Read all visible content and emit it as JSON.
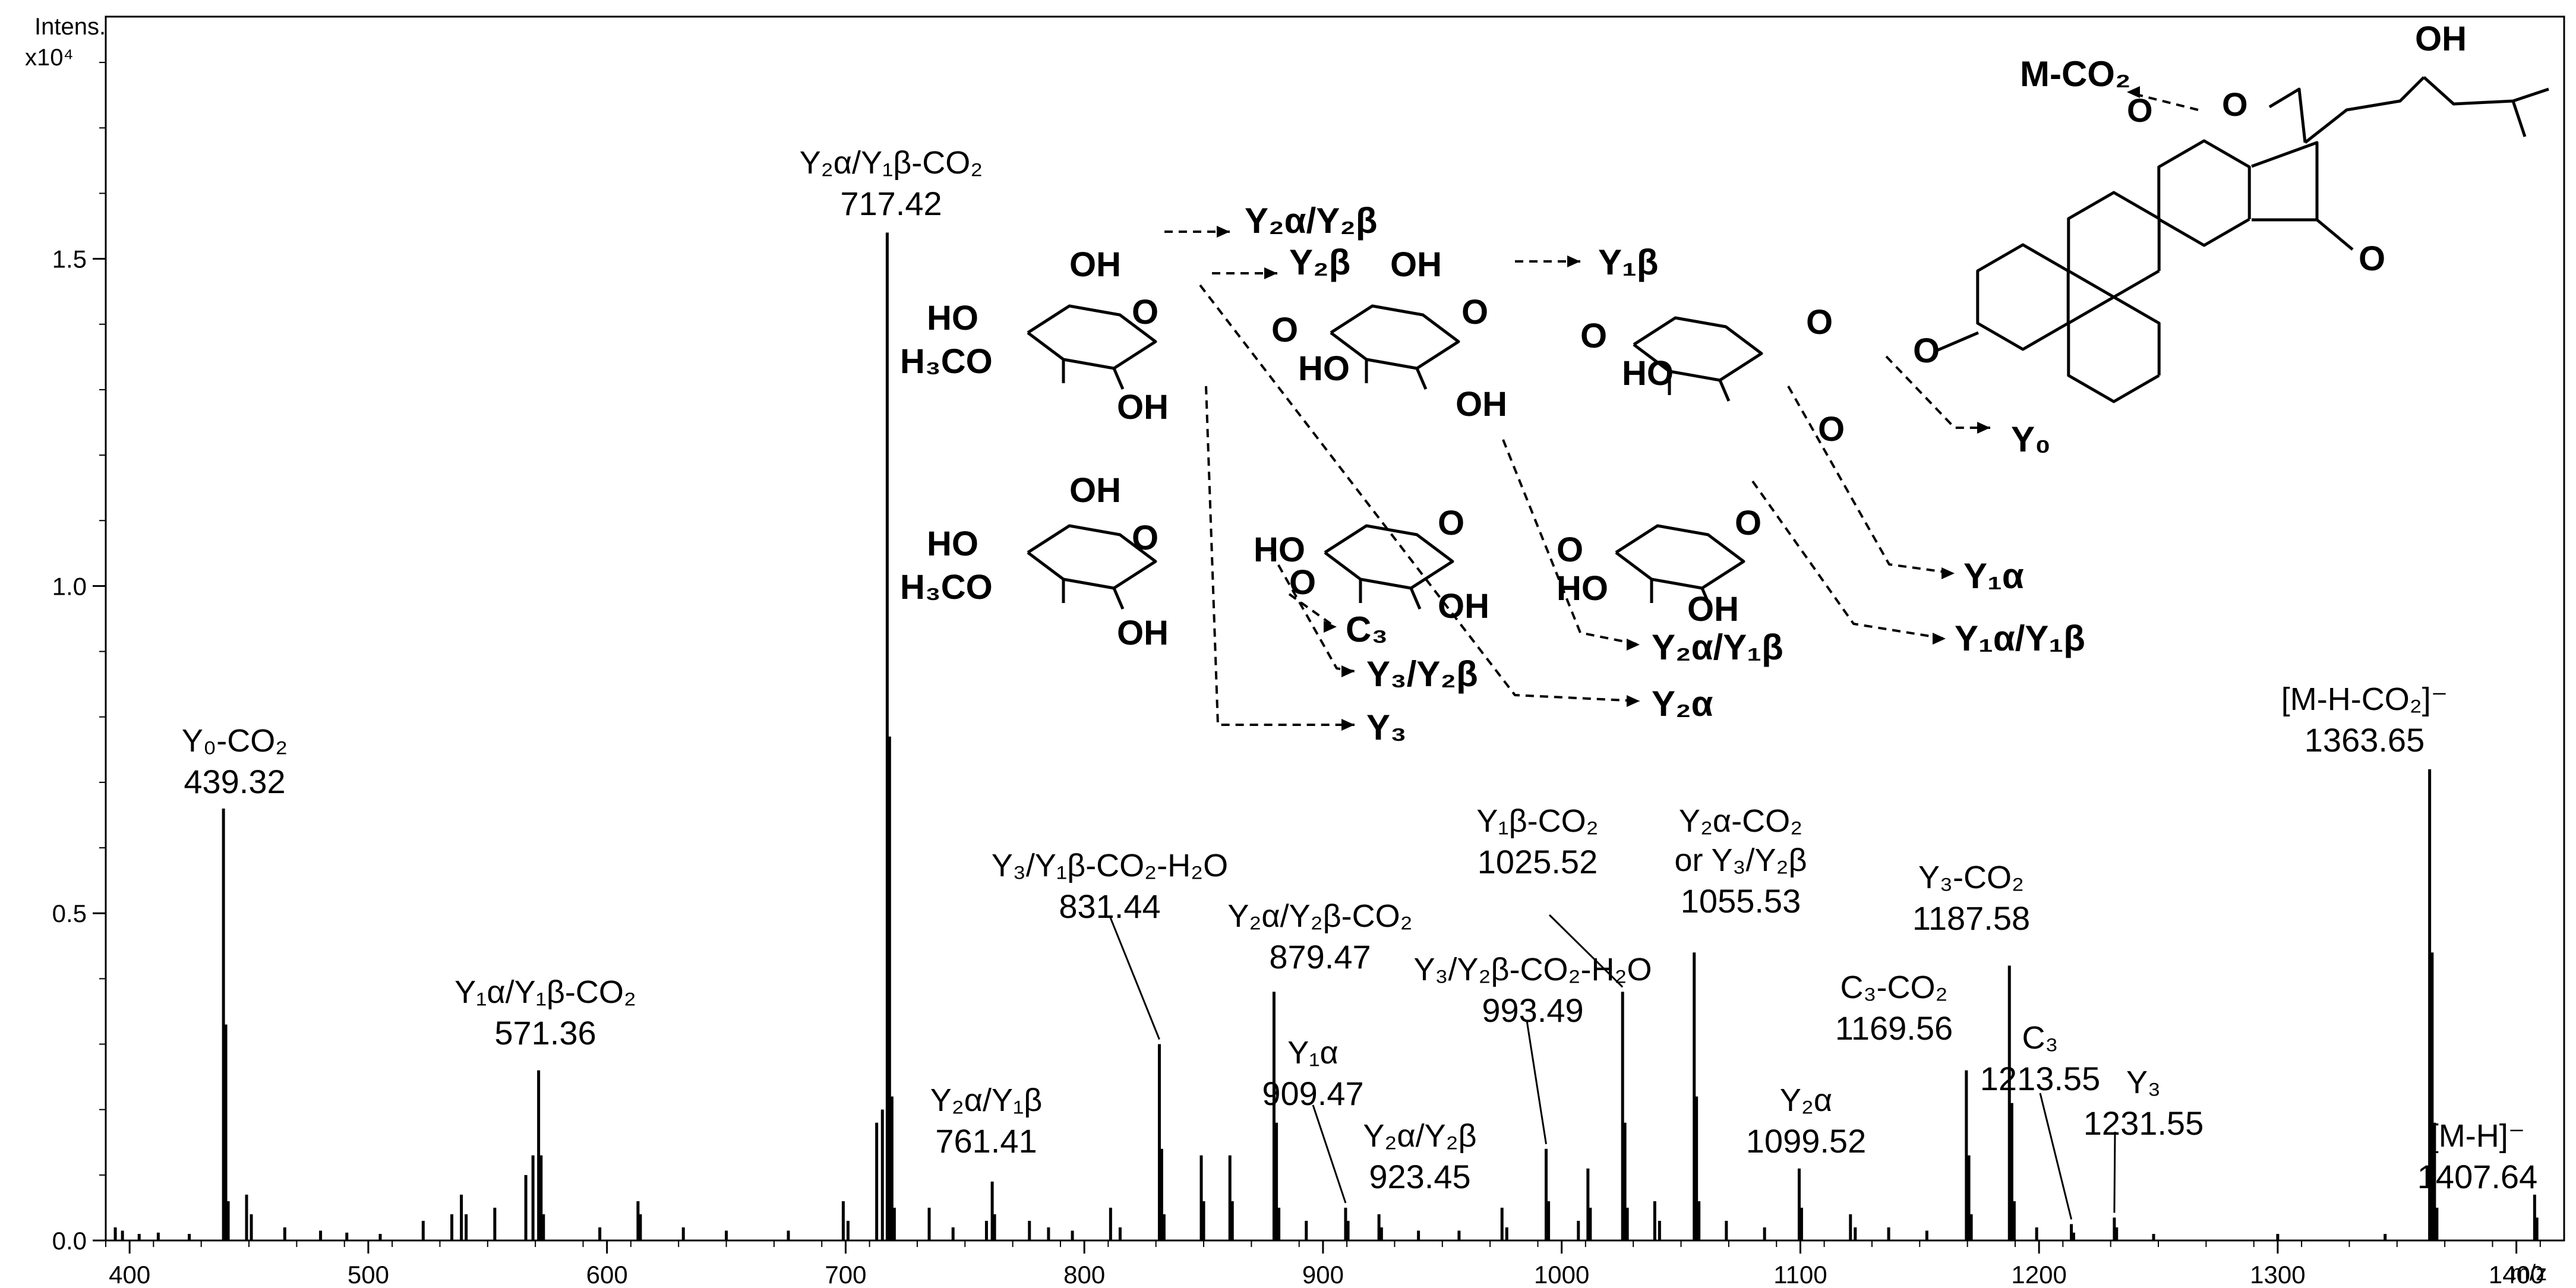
{
  "chart_data": {
    "type": "bar",
    "title": "",
    "ylabel_line1": "Intens.",
    "ylabel_line2": "x10⁴",
    "xlabel": "m/z",
    "xlim": [
      390,
      1420
    ],
    "ylim": [
      0,
      1.87
    ],
    "x_ticks": [
      400,
      500,
      600,
      700,
      800,
      900,
      1000,
      1100,
      1200,
      1300,
      1400
    ],
    "y_ticks": [
      0.0,
      0.5,
      1.0,
      1.5
    ],
    "y_tick_labels": [
      "0.0",
      "0.5",
      "1.0",
      "1.5"
    ],
    "grid": false,
    "legend": "none",
    "peaks": [
      {
        "mz": 386.0,
        "intensity": 0.01
      },
      {
        "mz": 394.0,
        "intensity": 0.02
      },
      {
        "mz": 397.0,
        "intensity": 0.015
      },
      {
        "mz": 404.0,
        "intensity": 0.01
      },
      {
        "mz": 412.0,
        "intensity": 0.012
      },
      {
        "mz": 425.0,
        "intensity": 0.01
      },
      {
        "mz": 439.32,
        "intensity": 0.66
      },
      {
        "mz": 440.3,
        "intensity": 0.33
      },
      {
        "mz": 441.3,
        "intensity": 0.06
      },
      {
        "mz": 449.0,
        "intensity": 0.07
      },
      {
        "mz": 451.0,
        "intensity": 0.04
      },
      {
        "mz": 465.0,
        "intensity": 0.02
      },
      {
        "mz": 480.0,
        "intensity": 0.015
      },
      {
        "mz": 491.0,
        "intensity": 0.012
      },
      {
        "mz": 505.0,
        "intensity": 0.01
      },
      {
        "mz": 523.0,
        "intensity": 0.03
      },
      {
        "mz": 535.0,
        "intensity": 0.04
      },
      {
        "mz": 539.0,
        "intensity": 0.07
      },
      {
        "mz": 541.0,
        "intensity": 0.04
      },
      {
        "mz": 553.0,
        "intensity": 0.05
      },
      {
        "mz": 566.0,
        "intensity": 0.1
      },
      {
        "mz": 569.0,
        "intensity": 0.13
      },
      {
        "mz": 571.36,
        "intensity": 0.26
      },
      {
        "mz": 572.4,
        "intensity": 0.13
      },
      {
        "mz": 573.4,
        "intensity": 0.04
      },
      {
        "mz": 597.0,
        "intensity": 0.02
      },
      {
        "mz": 613.0,
        "intensity": 0.06
      },
      {
        "mz": 614.0,
        "intensity": 0.04
      },
      {
        "mz": 632.0,
        "intensity": 0.02
      },
      {
        "mz": 650.0,
        "intensity": 0.015
      },
      {
        "mz": 676.0,
        "intensity": 0.015
      },
      {
        "mz": 699.0,
        "intensity": 0.06
      },
      {
        "mz": 701.0,
        "intensity": 0.03
      },
      {
        "mz": 713.0,
        "intensity": 0.18
      },
      {
        "mz": 715.4,
        "intensity": 0.2
      },
      {
        "mz": 717.42,
        "intensity": 1.54
      },
      {
        "mz": 718.4,
        "intensity": 0.77
      },
      {
        "mz": 719.4,
        "intensity": 0.22
      },
      {
        "mz": 720.4,
        "intensity": 0.05
      },
      {
        "mz": 735.0,
        "intensity": 0.05
      },
      {
        "mz": 745.0,
        "intensity": 0.02
      },
      {
        "mz": 759.0,
        "intensity": 0.03
      },
      {
        "mz": 761.41,
        "intensity": 0.09
      },
      {
        "mz": 762.4,
        "intensity": 0.04
      },
      {
        "mz": 777.0,
        "intensity": 0.03
      },
      {
        "mz": 785.0,
        "intensity": 0.02
      },
      {
        "mz": 795.0,
        "intensity": 0.015
      },
      {
        "mz": 811.0,
        "intensity": 0.05
      },
      {
        "mz": 815.0,
        "intensity": 0.02
      },
      {
        "mz": 831.44,
        "intensity": 0.3
      },
      {
        "mz": 832.4,
        "intensity": 0.14
      },
      {
        "mz": 833.4,
        "intensity": 0.04
      },
      {
        "mz": 849.0,
        "intensity": 0.13
      },
      {
        "mz": 850.0,
        "intensity": 0.06
      },
      {
        "mz": 861.0,
        "intensity": 0.13
      },
      {
        "mz": 862.0,
        "intensity": 0.06
      },
      {
        "mz": 879.47,
        "intensity": 0.38
      },
      {
        "mz": 880.5,
        "intensity": 0.18
      },
      {
        "mz": 881.5,
        "intensity": 0.05
      },
      {
        "mz": 893.0,
        "intensity": 0.03
      },
      {
        "mz": 909.47,
        "intensity": 0.05
      },
      {
        "mz": 910.5,
        "intensity": 0.03
      },
      {
        "mz": 923.45,
        "intensity": 0.04
      },
      {
        "mz": 924.5,
        "intensity": 0.02
      },
      {
        "mz": 940.0,
        "intensity": 0.015
      },
      {
        "mz": 957.0,
        "intensity": 0.015
      },
      {
        "mz": 975.0,
        "intensity": 0.05
      },
      {
        "mz": 977.0,
        "intensity": 0.02
      },
      {
        "mz": 993.49,
        "intensity": 0.14
      },
      {
        "mz": 994.5,
        "intensity": 0.06
      },
      {
        "mz": 1007.0,
        "intensity": 0.03
      },
      {
        "mz": 1011.0,
        "intensity": 0.11
      },
      {
        "mz": 1012.0,
        "intensity": 0.05
      },
      {
        "mz": 1025.52,
        "intensity": 0.38
      },
      {
        "mz": 1026.5,
        "intensity": 0.18
      },
      {
        "mz": 1027.5,
        "intensity": 0.05
      },
      {
        "mz": 1039.0,
        "intensity": 0.06
      },
      {
        "mz": 1041.0,
        "intensity": 0.03
      },
      {
        "mz": 1055.53,
        "intensity": 0.44
      },
      {
        "mz": 1056.5,
        "intensity": 0.22
      },
      {
        "mz": 1057.5,
        "intensity": 0.06
      },
      {
        "mz": 1069.0,
        "intensity": 0.03
      },
      {
        "mz": 1085.0,
        "intensity": 0.02
      },
      {
        "mz": 1099.52,
        "intensity": 0.11
      },
      {
        "mz": 1100.5,
        "intensity": 0.05
      },
      {
        "mz": 1121.0,
        "intensity": 0.04
      },
      {
        "mz": 1123.0,
        "intensity": 0.02
      },
      {
        "mz": 1137.0,
        "intensity": 0.02
      },
      {
        "mz": 1153.0,
        "intensity": 0.015
      },
      {
        "mz": 1169.56,
        "intensity": 0.26
      },
      {
        "mz": 1170.6,
        "intensity": 0.13
      },
      {
        "mz": 1171.6,
        "intensity": 0.04
      },
      {
        "mz": 1187.58,
        "intensity": 0.42
      },
      {
        "mz": 1188.6,
        "intensity": 0.21
      },
      {
        "mz": 1189.6,
        "intensity": 0.06
      },
      {
        "mz": 1199.0,
        "intensity": 0.02
      },
      {
        "mz": 1213.55,
        "intensity": 0.025
      },
      {
        "mz": 1214.5,
        "intensity": 0.012
      },
      {
        "mz": 1231.55,
        "intensity": 0.035
      },
      {
        "mz": 1232.5,
        "intensity": 0.02
      },
      {
        "mz": 1248.0,
        "intensity": 0.01
      },
      {
        "mz": 1300.0,
        "intensity": 0.01
      },
      {
        "mz": 1345.0,
        "intensity": 0.01
      },
      {
        "mz": 1363.65,
        "intensity": 0.72
      },
      {
        "mz": 1364.7,
        "intensity": 0.44
      },
      {
        "mz": 1365.7,
        "intensity": 0.18
      },
      {
        "mz": 1366.7,
        "intensity": 0.05
      },
      {
        "mz": 1407.64,
        "intensity": 0.07
      },
      {
        "mz": 1408.6,
        "intensity": 0.035
      }
    ],
    "annotations": [
      {
        "id": "y0-co2",
        "name": "Y₀-CO₂",
        "mz": 439.32,
        "value": "439.32",
        "intensity": 0.66,
        "leader": false
      },
      {
        "id": "y1a-y1b-co2",
        "name": "Y₁α/Y₁β-CO₂",
        "mz": 571.36,
        "value": "571.36",
        "intensity": 0.26,
        "leader": false
      },
      {
        "id": "y2a-y1b-co2",
        "name": "Y₂α/Y₁β-CO₂",
        "mz": 717.42,
        "value": "717.42",
        "intensity": 1.54,
        "leader": false
      },
      {
        "id": "y2a-y1b",
        "name": "Y₂α/Y₁β",
        "mz": 761.41,
        "value": "761.41",
        "intensity": 0.09,
        "leader": false
      },
      {
        "id": "y3-y1b-co2-h2o",
        "name": "Y₃/Y₁β-CO₂-H₂O",
        "mz": 831.44,
        "value": "831.44",
        "intensity": 0.3,
        "leader": true
      },
      {
        "id": "y2a-y2b-co2",
        "name": "Y₂α/Y₂β-CO₂",
        "mz": 879.47,
        "value": "879.47",
        "intensity": 0.38,
        "leader": false
      },
      {
        "id": "y1a",
        "name": "Y₁α",
        "mz": 909.47,
        "value": "909.47",
        "intensity": 0.05,
        "leader": true
      },
      {
        "id": "y2a-y2b",
        "name": "Y₂α/Y₂β",
        "mz": 923.45,
        "value": "923.45",
        "intensity": 0.04,
        "leader": false
      },
      {
        "id": "y3-y2b-co2-h2o",
        "name": "Y₃/Y₂β-CO₂-H₂O",
        "mz": 993.49,
        "value": "993.49",
        "intensity": 0.14,
        "leader": true
      },
      {
        "id": "y1b-co2",
        "name": "Y₁β-CO₂",
        "mz": 1025.52,
        "value": "1025.52",
        "intensity": 0.38,
        "leader": true
      },
      {
        "id": "y2a-co2-or",
        "name": "Y₂α-CO₂",
        "name2": "or Y₃/Y₂β",
        "mz": 1055.53,
        "value": "1055.53",
        "intensity": 0.44,
        "leader": false
      },
      {
        "id": "y2a",
        "name": "Y₂α",
        "mz": 1099.52,
        "value": "1099.52",
        "intensity": 0.11,
        "leader": false
      },
      {
        "id": "c3-co2",
        "name": "C₃-CO₂",
        "mz": 1169.56,
        "value": "1169.56",
        "intensity": 0.26,
        "leader": false
      },
      {
        "id": "y3-co2",
        "name": "Y₃-CO₂",
        "mz": 1187.58,
        "value": "1187.58",
        "intensity": 0.42,
        "leader": false
      },
      {
        "id": "c3",
        "name": "C₃",
        "mz": 1213.55,
        "value": "1213.55",
        "intensity": 0.025,
        "leader": true
      },
      {
        "id": "y3",
        "name": "Y₃",
        "mz": 1231.55,
        "value": "1231.55",
        "intensity": 0.035,
        "leader": true
      },
      {
        "id": "m-h-co2",
        "name": "[M-H-CO₂]⁻",
        "mz": 1363.65,
        "value": "1363.65",
        "intensity": 0.72,
        "leader": false
      },
      {
        "id": "m-h",
        "name": "[M-H]⁻",
        "mz": 1407.64,
        "value": "1407.64",
        "intensity": 0.07,
        "leader": false
      }
    ]
  },
  "structure": {
    "labels": {
      "m_co2": "M-CO₂",
      "oh_top": "OH",
      "keto": "O",
      "y2a_y2b": "Y₂α/Y₂β",
      "y2b": "Y₂β",
      "y1b": "Y₁β",
      "y0": "Y₀",
      "y1a": "Y₁α",
      "y1a_y1b": "Y₁α/Y₁β",
      "y2a_y1b": "Y₂α/Y₁β",
      "y2a": "Y₂α",
      "y3_y2b": "Y₃/Y₂β",
      "y3": "Y₃",
      "c3": "C₃",
      "oh": "OH",
      "ho": "HO",
      "h3co": "H₃CO",
      "o": "O"
    }
  }
}
